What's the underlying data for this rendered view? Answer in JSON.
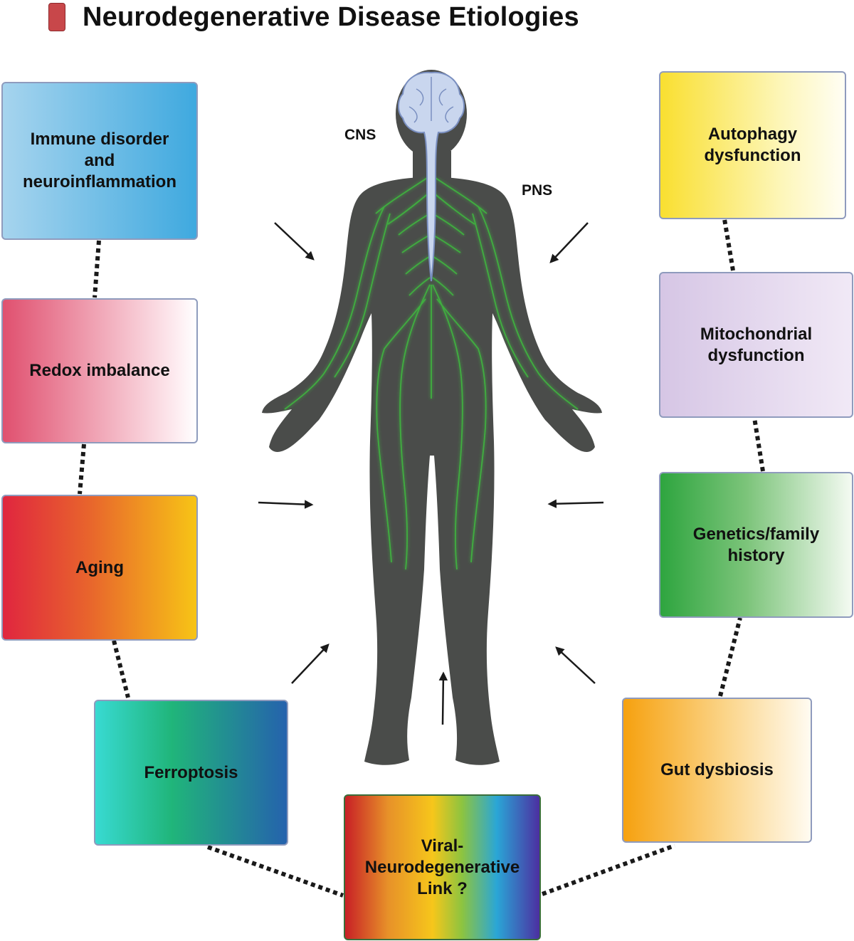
{
  "title": "Neurodegenerative Disease Etiologies",
  "body_labels": {
    "cns": "CNS",
    "pns": "PNS"
  },
  "boxes": {
    "immune": [
      "Immune disorder",
      "and",
      "neuroinflammation"
    ],
    "redox": [
      "Redox imbalance"
    ],
    "aging": [
      "Aging"
    ],
    "ferroptosis": [
      "Ferroptosis"
    ],
    "viral": [
      "Viral-",
      "Neurodegenerative",
      "Link ?"
    ],
    "gut": [
      "Gut dysbiosis"
    ],
    "genetics": [
      "Genetics/family",
      "history"
    ],
    "mitochondrial": [
      "Mitochondrial",
      "dysfunction"
    ],
    "autophagy": [
      "Autophagy",
      "dysfunction"
    ]
  },
  "colors": {
    "title_badge": "#c8474a",
    "body": "#4a4c4a",
    "nerves": "#3fae3f",
    "brain": "#c9d6ee",
    "box_border": "#8f9bbd"
  }
}
